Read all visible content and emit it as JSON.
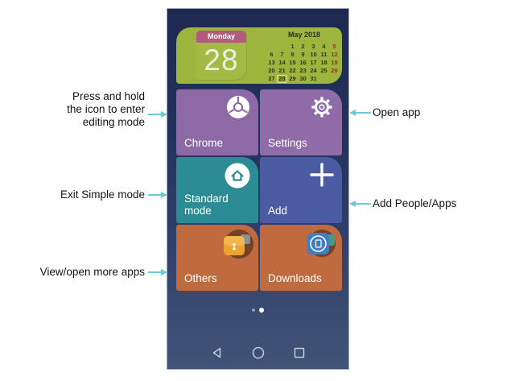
{
  "annotations": {
    "press_hold": {
      "line1": "Press and hold",
      "line2": "the icon to enter",
      "line3": "editing mode"
    },
    "exit_simple": {
      "label": "Exit Simple mode"
    },
    "view_more": {
      "label": "View/open more apps"
    },
    "open_app": {
      "label": "Open app"
    },
    "add_people": {
      "label": "Add People/Apps"
    }
  },
  "phone": {
    "calendar": {
      "weekday": "Monday",
      "day": "28",
      "month_title": "May 2018",
      "weeks": [
        [
          "",
          "",
          "1",
          "2",
          "3",
          "4",
          "5"
        ],
        [
          "6",
          "7",
          "8",
          "9",
          "10",
          "11",
          "12"
        ],
        [
          "13",
          "14",
          "15",
          "16",
          "17",
          "18",
          "19"
        ],
        [
          "20",
          "21",
          "22",
          "23",
          "24",
          "25",
          "26"
        ],
        [
          "27",
          "28",
          "29",
          "30",
          "31",
          "",
          ""
        ]
      ],
      "selected_day": "28"
    },
    "tiles": [
      {
        "label": "Chrome",
        "icon": "chrome-icon",
        "color": "#8d6aa5"
      },
      {
        "label": "Settings",
        "icon": "gear-icon",
        "color": "#8f6ca7"
      },
      {
        "label": "Standard mode",
        "icon": "home-icon",
        "color": "#2c8c95"
      },
      {
        "label": "Add",
        "icon": "plus-icon",
        "color": "#4a5ba2"
      },
      {
        "label": "Others",
        "icon": "briefcase-icon",
        "color": "#bf6a3f"
      },
      {
        "label": "Downloads",
        "icon": "downloads-icon",
        "color": "#bf6a3f"
      }
    ],
    "page_indicator": {
      "total": 2,
      "active_index": 1
    },
    "nav_buttons": [
      "back",
      "home",
      "recents"
    ]
  },
  "colors": {
    "leader_line": "#6ec7d7",
    "calendar_bg": "#9db43d",
    "calendar_header_bg": "#b15c7c",
    "weekend_text": "#8f3822",
    "phone_bg_top": "#1d2950",
    "phone_bg_bottom": "#425378"
  }
}
